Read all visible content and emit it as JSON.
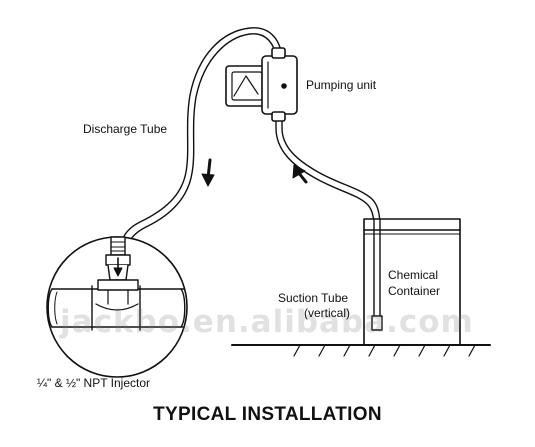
{
  "diagram": {
    "title": "TYPICAL INSTALLATION",
    "labels": {
      "pumping_unit": "Pumping unit",
      "discharge_tube": "Discharge Tube",
      "chemical_container_line1": "Chemical",
      "chemical_container_line2": "Container",
      "suction_tube_line1": "Suction Tube",
      "suction_tube_line2": "(vertical)",
      "injector": "¼\" & ½\" NPT Injector"
    },
    "watermark": "jackbo.en.alibaba.com"
  }
}
